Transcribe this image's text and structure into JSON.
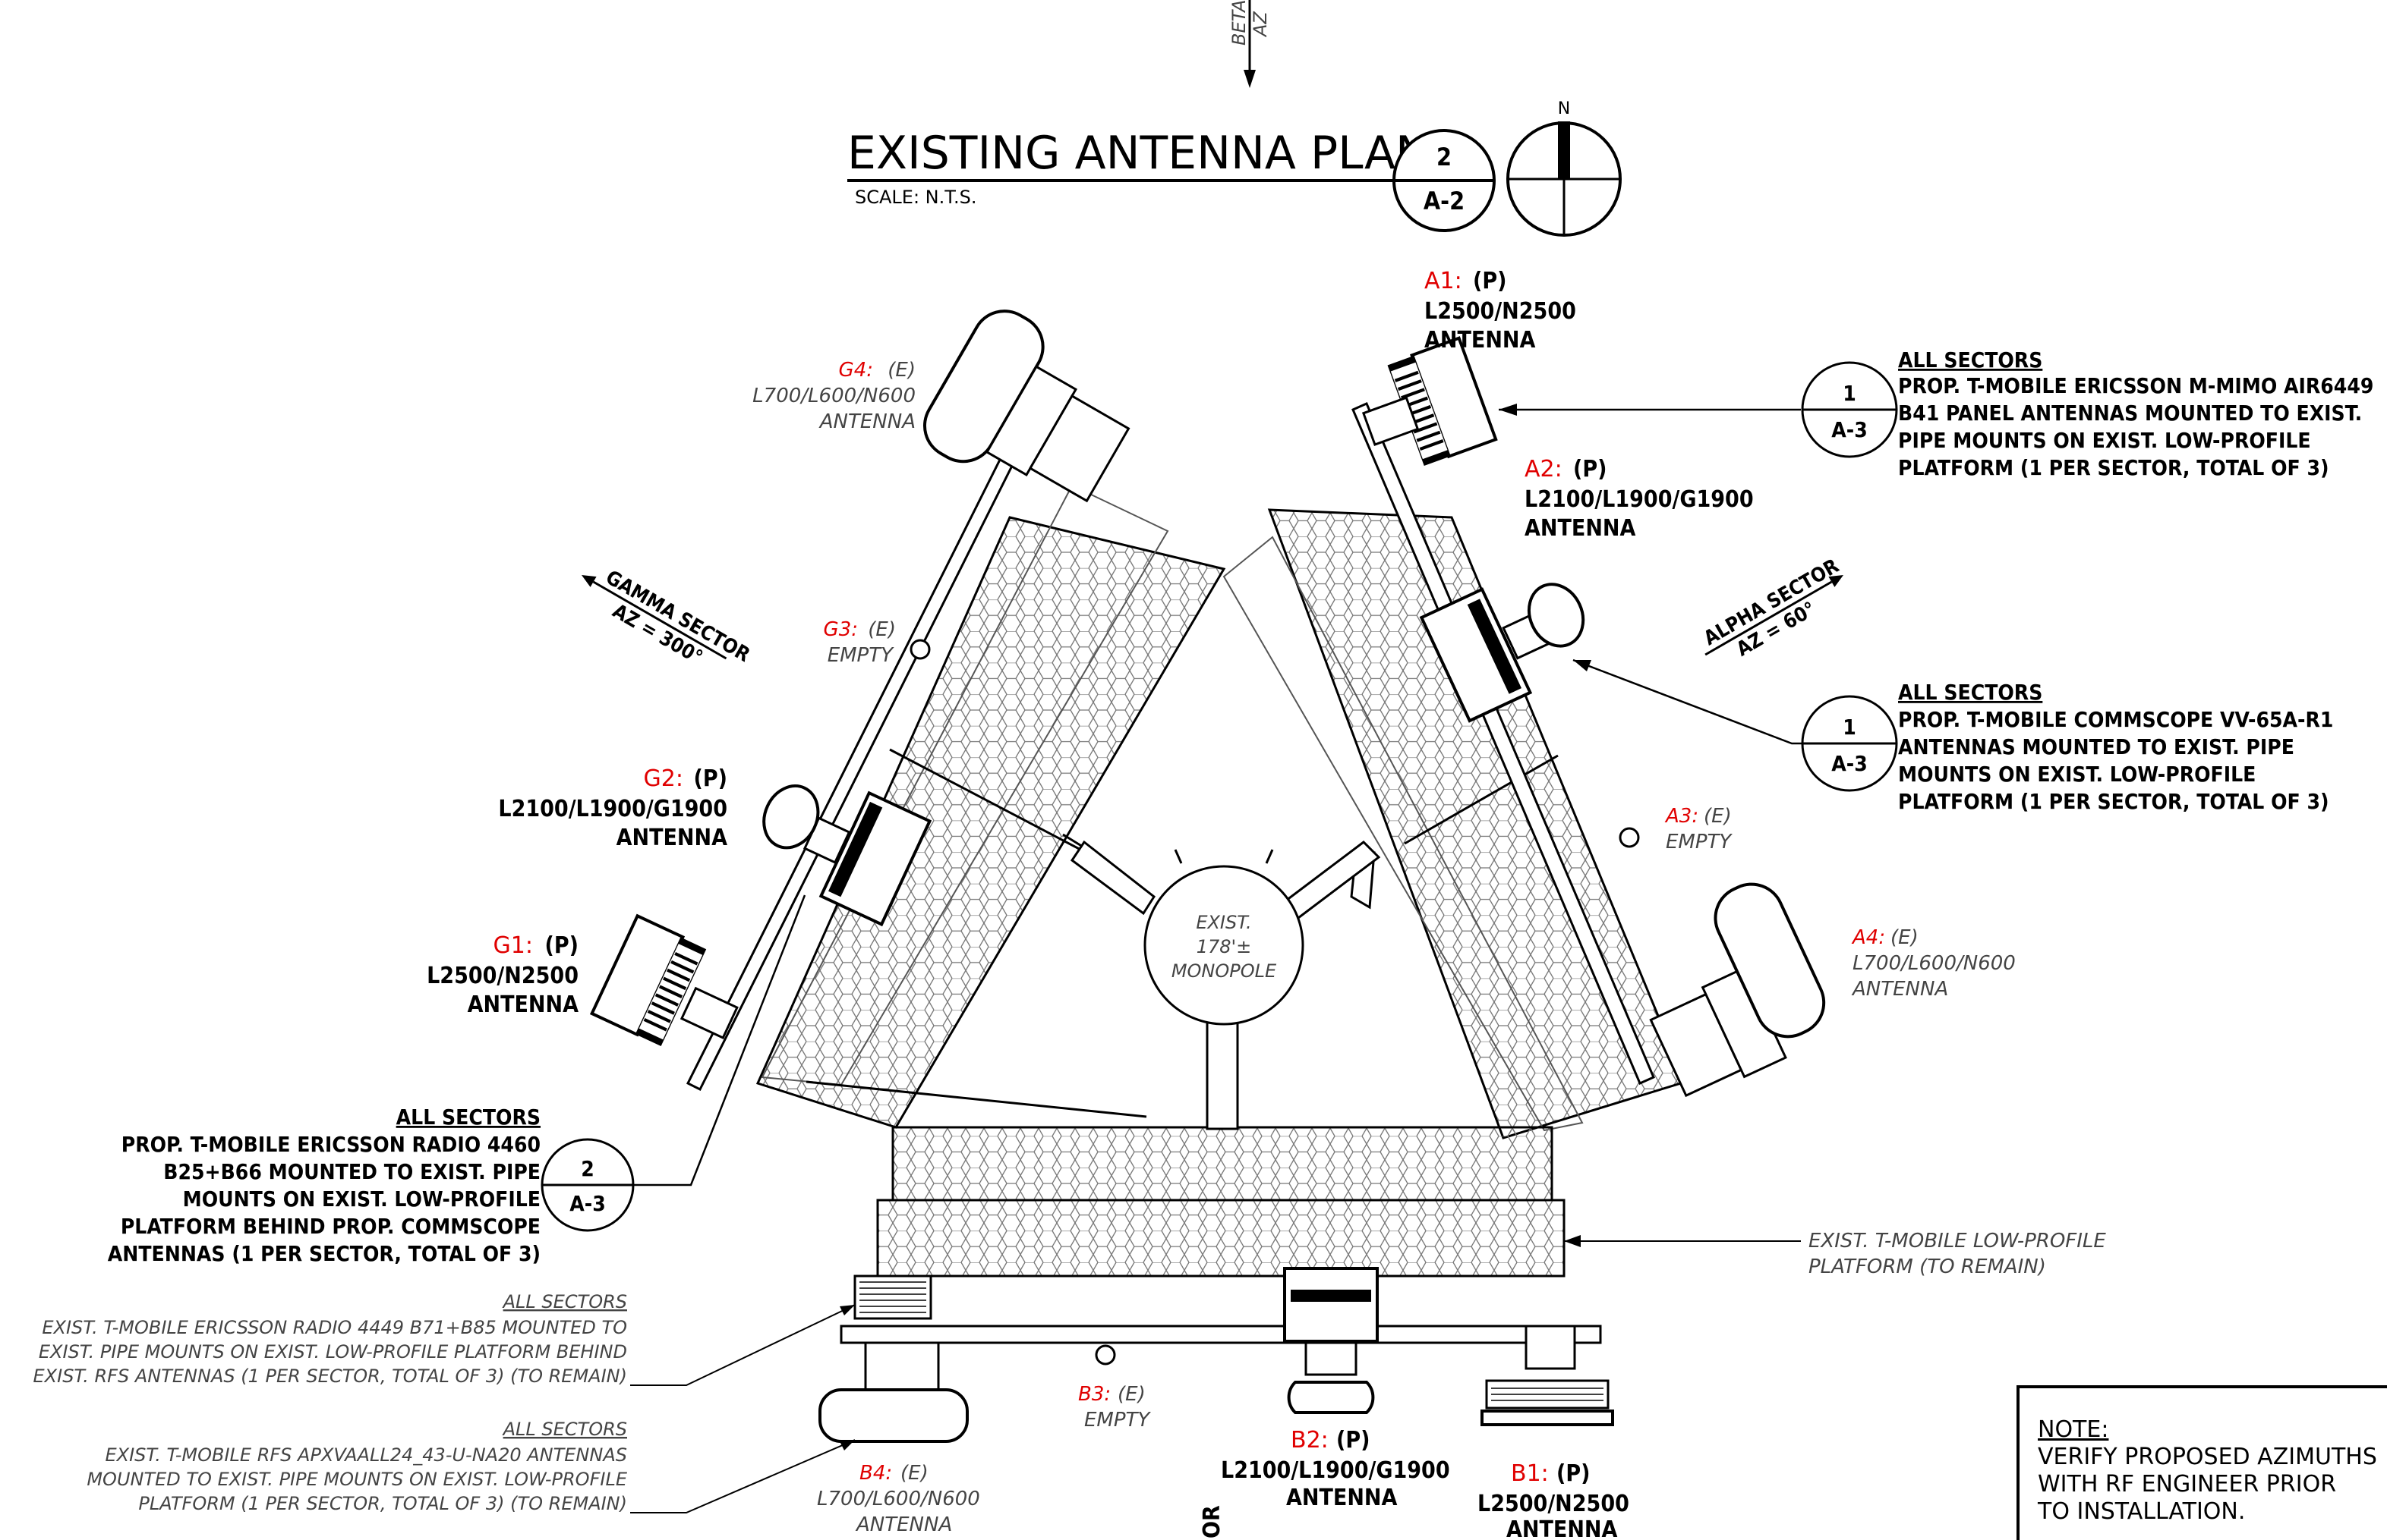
{
  "title": {
    "text": "EXISTING ANTENNA PLAN",
    "scale": "SCALE: N.T.S.",
    "callout_top": "2",
    "callout_bottom": "A-2"
  },
  "north_label": "N",
  "top_arrow": {
    "line1": "BETA",
    "line2": "AZ"
  },
  "sectors": {
    "gamma": {
      "line1": "GAMMA SECTOR",
      "line2": "AZ = 300°"
    },
    "alpha": {
      "line1": "ALPHA SECTOR",
      "line2": "AZ = 60°"
    }
  },
  "monopole": {
    "line1": "EXIST.",
    "line2": "178'±",
    "line3": "MONOPOLE"
  },
  "antennas": {
    "a1": {
      "id": "A1:",
      "status": "(P)",
      "model": "L2500/N2500",
      "type": "ANTENNA"
    },
    "a2": {
      "id": "A2:",
      "status": "(P)",
      "model": "L2100/L1900/G1900",
      "type": "ANTENNA"
    },
    "a3": {
      "id": "A3:",
      "status": "(E)",
      "type": "EMPTY"
    },
    "a4": {
      "id": "A4:",
      "status": "(E)",
      "model": "L700/L600/N600",
      "type": "ANTENNA"
    },
    "g1": {
      "id": "G1:",
      "status": "(P)",
      "model": "L2500/N2500",
      "type": "ANTENNA"
    },
    "g2": {
      "id": "G2:",
      "status": "(P)",
      "model": "L2100/L1900/G1900",
      "type": "ANTENNA"
    },
    "g3": {
      "id": "G3:",
      "status": "(E)",
      "type": "EMPTY"
    },
    "g4": {
      "id": "G4:",
      "status": "(E)",
      "model": "L700/L600/N600",
      "type": "ANTENNA"
    },
    "b1": {
      "id": "B1:",
      "status": "(P)",
      "model": "L2500/N2500",
      "type": "ANTENNA"
    },
    "b2": {
      "id": "B2:",
      "status": "(P)",
      "model": "L2100/L1900/G1900",
      "type": "ANTENNA"
    },
    "b3": {
      "id": "B3:",
      "status": "(E)",
      "type": "EMPTY"
    },
    "b4": {
      "id": "B4:",
      "status": "(E)",
      "model": "L700/L600/N600",
      "type": "ANTENNA"
    }
  },
  "notes": {
    "air6449": {
      "heading": "ALL SECTORS",
      "lines": [
        "PROP. T-MOBILE ERICSSON M-MIMO AIR6449",
        "B41 PANEL ANTENNAS MOUNTED TO EXIST.",
        "PIPE MOUNTS ON EXIST. LOW-PROFILE",
        "PLATFORM (1 PER SECTOR, TOTAL OF 3)"
      ],
      "callout_top": "1",
      "callout_bottom": "A-3"
    },
    "commscope": {
      "heading": "ALL SECTORS",
      "lines": [
        "PROP. T-MOBILE COMMSCOPE VV-65A-R1",
        "ANTENNAS MOUNTED TO EXIST. PIPE",
        "MOUNTS ON EXIST. LOW-PROFILE",
        "PLATFORM (1 PER SECTOR, TOTAL OF 3)"
      ],
      "callout_top": "1",
      "callout_bottom": "A-3"
    },
    "radio4460": {
      "heading": "ALL SECTORS",
      "lines": [
        "PROP. T-MOBILE ERICSSON RADIO 4460",
        "B25+B66 MOUNTED TO EXIST. PIPE",
        "MOUNTS ON EXIST. LOW-PROFILE",
        "PLATFORM BEHIND PROP. COMMSCOPE",
        "ANTENNAS (1 PER SECTOR, TOTAL OF 3)"
      ],
      "callout_top": "2",
      "callout_bottom": "A-3"
    },
    "radio4449": {
      "heading": "ALL SECTORS",
      "lines": [
        "EXIST. T-MOBILE ERICSSON RADIO 4449 B71+B85 MOUNTED TO",
        "EXIST. PIPE MOUNTS ON EXIST. LOW-PROFILE PLATFORM BEHIND",
        "EXIST. RFS ANTENNAS (1 PER SECTOR, TOTAL OF 3) (TO REMAIN)"
      ]
    },
    "rfs": {
      "heading": "ALL SECTORS",
      "lines": [
        "EXIST. T-MOBILE RFS APXVAALL24_43-U-NA20 ANTENNAS",
        "MOUNTED TO EXIST. PIPE MOUNTS ON EXIST. LOW-PROFILE",
        "PLATFORM (1 PER SECTOR, TOTAL OF 3) (TO REMAIN)"
      ]
    },
    "platform": {
      "lines": [
        "EXIST. T-MOBILE LOW-PROFILE",
        "PLATFORM (TO REMAIN)"
      ]
    }
  },
  "note_box": {
    "heading": "NOTE:",
    "lines": [
      "VERIFY PROPOSED AZIMUTHS",
      "WITH RF ENGINEER PRIOR",
      "TO INSTALLATION."
    ]
  },
  "bottom_cut": {
    "line1": "OR"
  }
}
